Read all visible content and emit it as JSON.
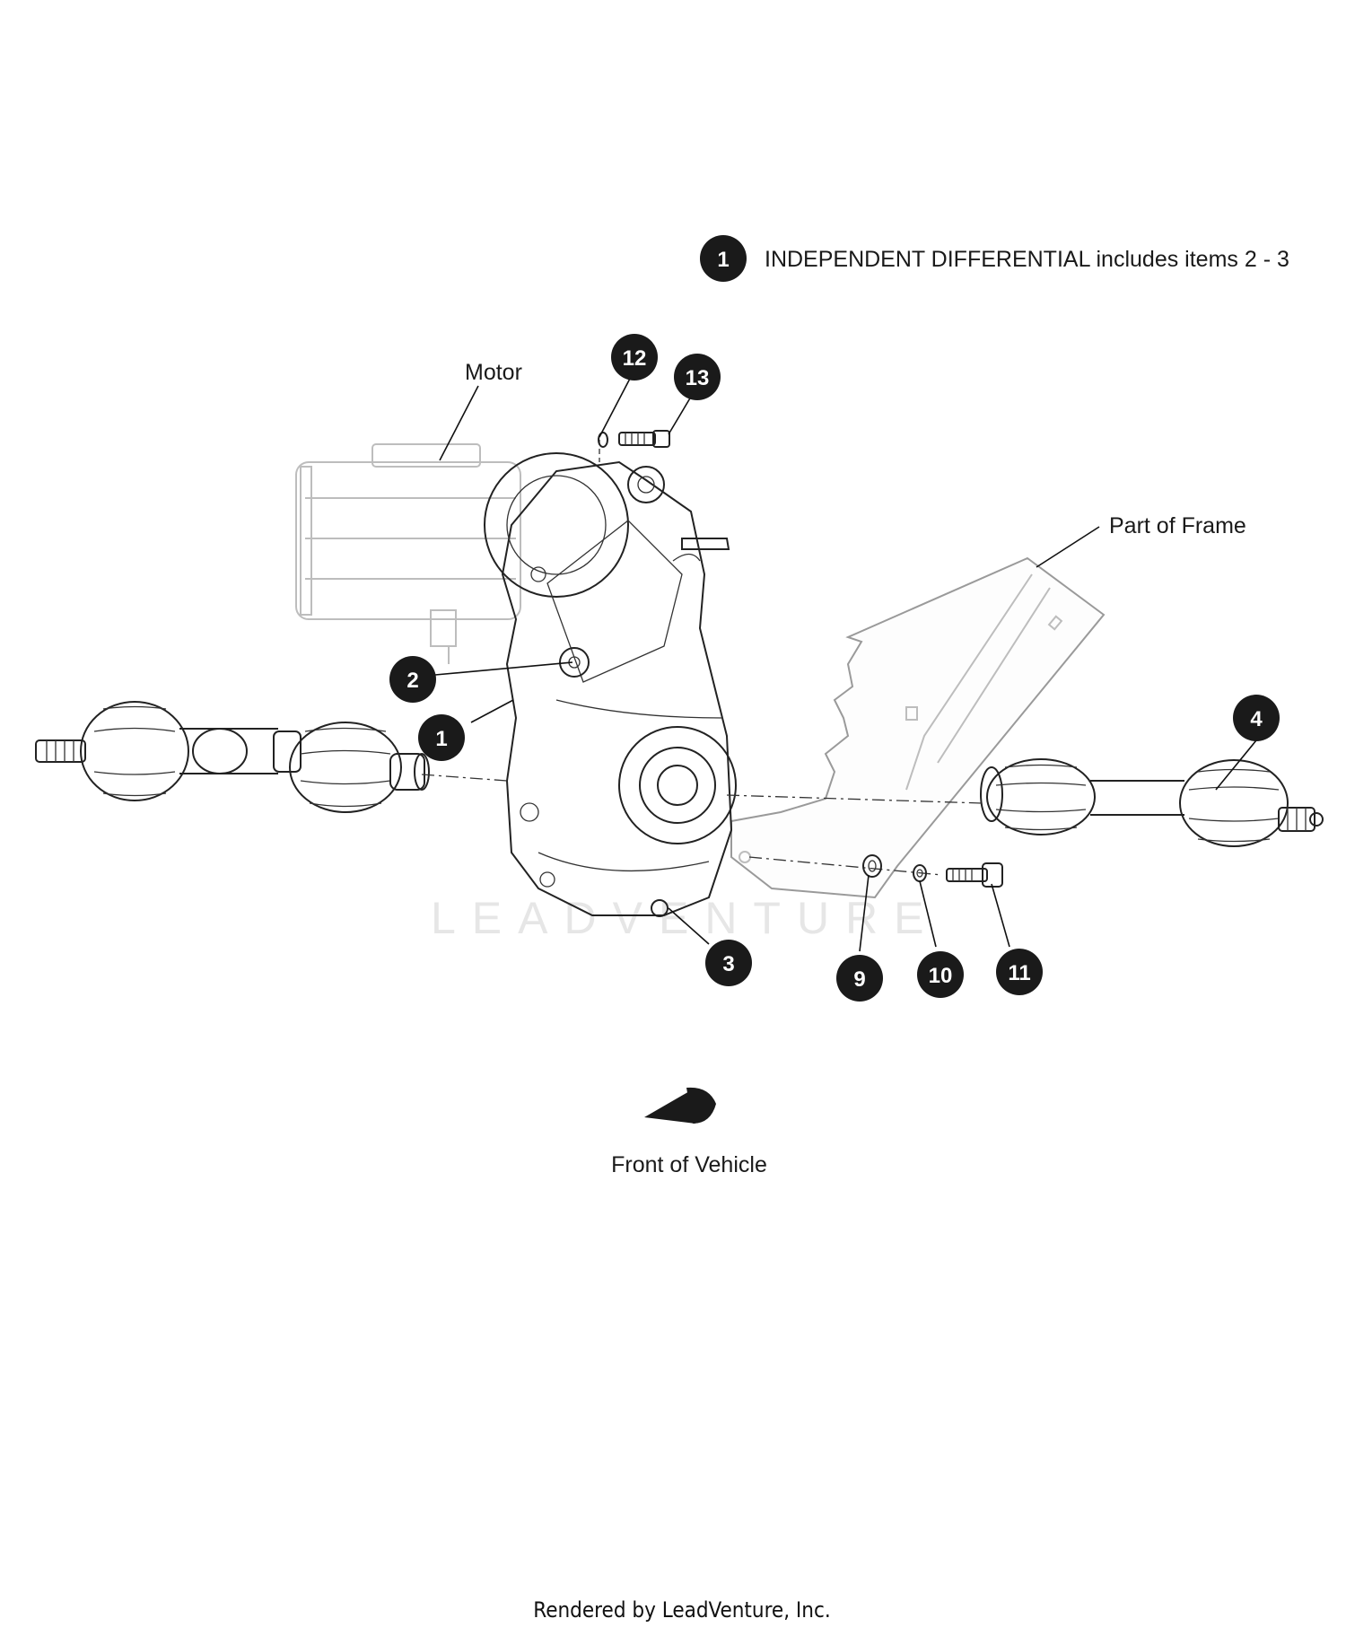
{
  "legend": {
    "callout": "1",
    "text": "INDEPENDENT DIFFERENTIAL includes items 2 - 3"
  },
  "labels": {
    "motor": "Motor",
    "frame": "Part of Frame",
    "front": "Front of Vehicle"
  },
  "callouts": [
    "12",
    "13",
    "2",
    "1",
    "4",
    "3",
    "9",
    "10",
    "11"
  ],
  "watermark": "LEADVENTURE",
  "footer": "Rendered by LeadVenture, Inc."
}
